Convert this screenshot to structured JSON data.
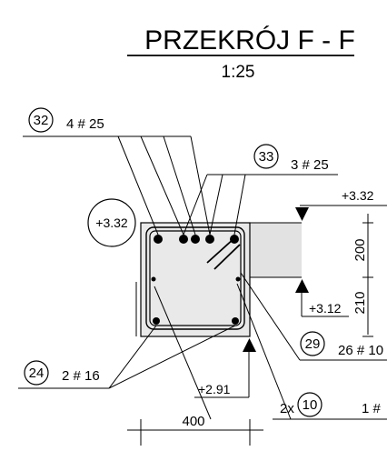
{
  "title": "PRZEKRÓJ F - F",
  "scale": "1:25",
  "callouts": {
    "c32": {
      "number": "32",
      "text": "4 # 25"
    },
    "c33": {
      "number": "33",
      "text": "3 # 25"
    },
    "c24": {
      "number": "24",
      "text": "2 # 16"
    },
    "c29": {
      "number": "29",
      "text": "26 # 10"
    },
    "c10": {
      "prefix": "2x",
      "number": "10",
      "text": "1 #"
    }
  },
  "elevations": {
    "top_beam": "+3.32",
    "top_slab": "+3.32",
    "slab_bottom": "+3.12",
    "beam_bottom": "+2.91"
  },
  "dimensions": {
    "slab_thickness": "200",
    "lower_segment": "210",
    "beam_width": "400"
  }
}
